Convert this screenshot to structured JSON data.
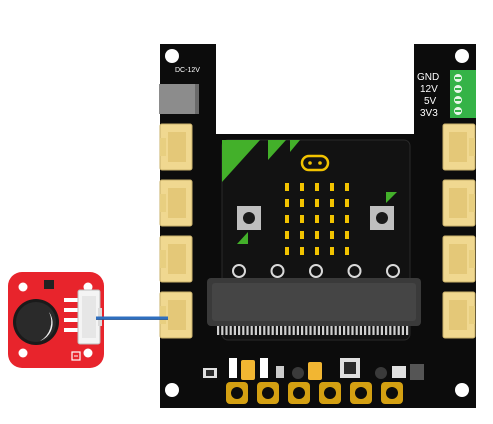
{
  "expansion_board": {
    "dc_label": "DC-12V",
    "power_pins": [
      "GND",
      "12V",
      "5V",
      "3V3"
    ]
  },
  "colors": {
    "board": "#0c0c0c",
    "connector": "#f0d890",
    "terminal_block": "#35b347",
    "microbit_green": "#43b02a",
    "module_red": "#e8242c",
    "wire": "#2f6fbf",
    "gold": "#d4a012"
  },
  "microbit": {
    "led_rows": 5,
    "led_cols": 5,
    "pin_rings": 5
  },
  "buzzer_module": {
    "kind": "buzzer"
  }
}
